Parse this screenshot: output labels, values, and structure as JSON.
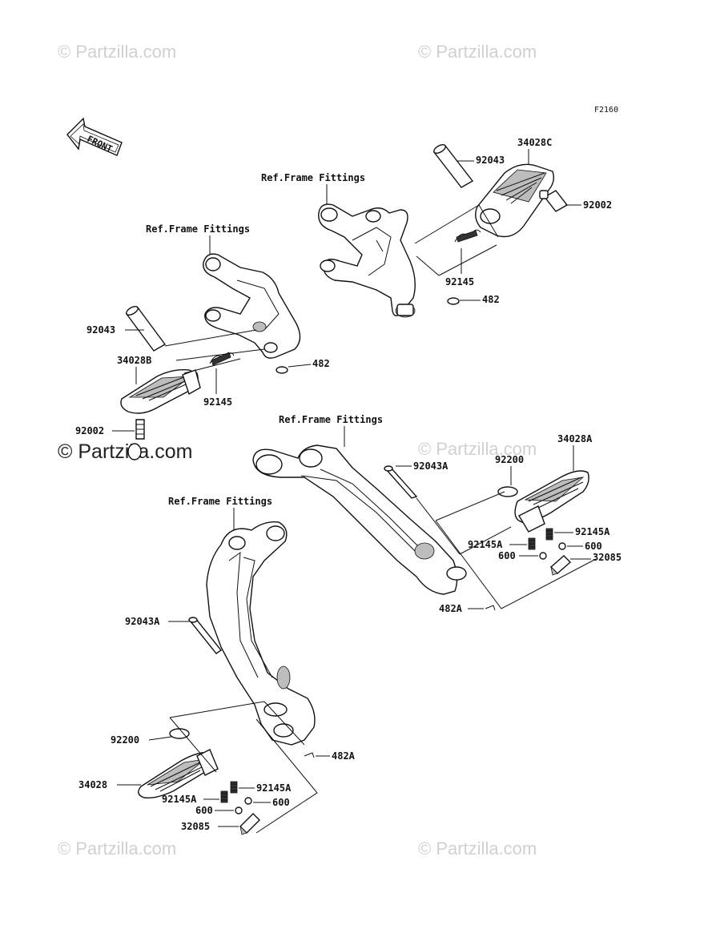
{
  "diagram_code": "F2160",
  "front_arrow_label": "FRONT",
  "watermark": "© Partzilla.com",
  "ref_labels": [
    "Ref.Frame Fittings",
    "Ref.Frame Fittings",
    "Ref.Frame Fittings",
    "Ref.Frame Fittings"
  ],
  "parts": {
    "upper_right": {
      "p92043": "92043",
      "p34028C": "34028C",
      "p92002": "92002",
      "p92145": "92145",
      "p482": "482"
    },
    "upper_left": {
      "p92043": "92043",
      "p34028B": "34028B",
      "p92145": "92145",
      "p482": "482",
      "p92002": "92002"
    },
    "lower_right": {
      "p92043A": "92043A",
      "p92200": "92200",
      "p34028A": "34028A",
      "p92145A_r": "92145A",
      "p92145A_l": "92145A",
      "p600_r": "600",
      "p600_l": "600",
      "p32085": "32085",
      "p482A": "482A"
    },
    "lower_left": {
      "p92043A": "92043A",
      "p92200": "92200",
      "p34028": "34028",
      "p92145A_r": "92145A",
      "p92145A_l": "92145A",
      "p600_r": "600",
      "p600_l": "600",
      "p32085": "32085",
      "p482A": "482A"
    }
  }
}
